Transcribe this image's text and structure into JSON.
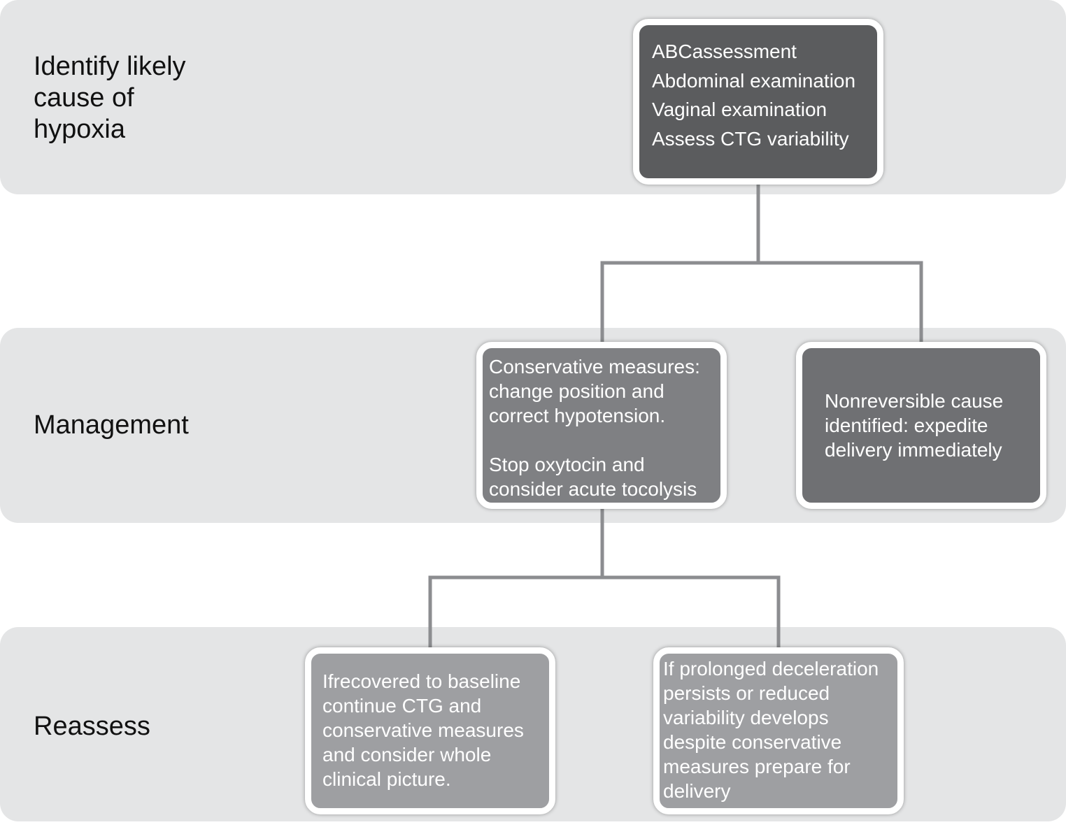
{
  "stages": {
    "identify": [
      "Identify likely",
      "cause of",
      "hypoxia"
    ],
    "management": "Management",
    "reassess": "Reassess"
  },
  "nodes": {
    "assessment": [
      "ABCassessment",
      "Abdominal examination",
      "Vaginal examination",
      "Assess CTG variability"
    ],
    "conservative_a": [
      "Conservative measures:",
      "change position and",
      "correct hypotension."
    ],
    "conservative_b": [
      "Stop oxytocin and",
      "consider acute tocolysis"
    ],
    "nonreversible": [
      "Nonreversible cause",
      "identified: expedite",
      "delivery immediately"
    ],
    "recovered": [
      "Ifrecovered to baseline",
      "continue CTG and",
      "conservative measures",
      "and consider whole",
      "clinical picture."
    ],
    "prolonged": [
      "If prolonged deceleration",
      "persists or reduced",
      "variability develops",
      "despite conservative",
      "measures prepare for",
      "delivery"
    ]
  },
  "colors": {
    "band": "#e4e5e6",
    "connector": "#8c8d90",
    "assessment_box": "#5b5c5e",
    "management_box": "#7f8083",
    "nonreversible_box": "#6f7073",
    "reassess_box": "#9e9fa2"
  }
}
